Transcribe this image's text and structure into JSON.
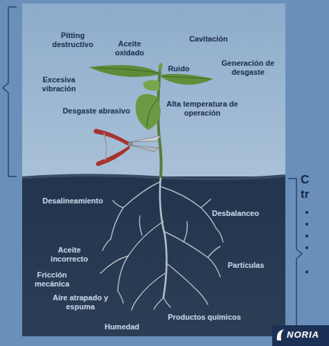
{
  "diagram": {
    "labels": [
      "Pitting destructivo",
      "Aceite oxidado",
      "Cavitación",
      "Ruido",
      "Generación de desgaste",
      "Excesiva vibración",
      "Desgaste abrasivo",
      "Alta temperatura de operación",
      "Desalineamiento",
      "Desbalanceo",
      "Aceite incorrecto",
      "Partículas",
      "Fricción mecánica",
      "Aire atrapado y espuma",
      "Humedad",
      "Productos químicos",
      "C",
      "tr",
      "NORIA"
    ]
  }
}
